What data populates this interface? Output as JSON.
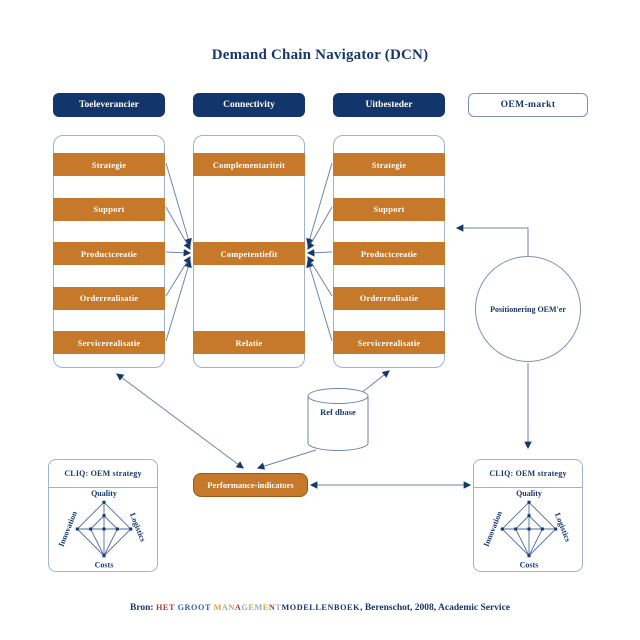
{
  "title": "Demand Chain Navigator (DCN)",
  "lanes": [
    {
      "label": "Toeleverancier",
      "variant": "filled"
    },
    {
      "label": "Connectivity",
      "variant": "filled"
    },
    {
      "label": "Uitbesteder",
      "variant": "filled"
    },
    {
      "label": "OEM-markt",
      "variant": "outline"
    }
  ],
  "columns": {
    "toeleverancier": [
      "Strategie",
      "Support",
      "Productcreatie",
      "Orderrealisatie",
      "Servicerealisatie"
    ],
    "connectivity": [
      "Complementariteit",
      "Competentiefit",
      "Relatie"
    ],
    "uitbesteder": [
      "Strategie",
      "Support",
      "Productcreatie",
      "Orderrealisatie",
      "Servicerealisatie"
    ]
  },
  "nodes": {
    "positioning_circle": "Positionering OEM'er",
    "database": "Ref dbase",
    "performance": "Performance-indicators"
  },
  "cliq": {
    "title": "CLIQ: OEM strategy",
    "radar_axes": [
      "Quality",
      "Logistics",
      "Costs",
      "Innovation"
    ]
  },
  "footer": {
    "segments": [
      {
        "t": "Bron: ",
        "c": "#17386B",
        "caps": false
      },
      {
        "t": "HET",
        "c": "#B03A2E",
        "caps": true
      },
      {
        "t": " ",
        "c": "#17386B",
        "caps": true
      },
      {
        "t": "GROOT",
        "c": "#2D5FA6",
        "caps": true
      },
      {
        "t": " ",
        "c": "#17386B",
        "caps": true
      },
      {
        "t": "M",
        "c": "#D9A520",
        "caps": true
      },
      {
        "t": "A",
        "c": "#85ABD6",
        "caps": true
      },
      {
        "t": "N",
        "c": "#D9A520",
        "caps": true
      },
      {
        "t": "A",
        "c": "#B03A2E",
        "caps": true
      },
      {
        "t": "G",
        "c": "#85ABD6",
        "caps": true
      },
      {
        "t": "E",
        "c": "#D9A520",
        "caps": true
      },
      {
        "t": "M",
        "c": "#85ABD6",
        "caps": true
      },
      {
        "t": "E",
        "c": "#D9A520",
        "caps": true
      },
      {
        "t": "N",
        "c": "#B03A2E",
        "caps": true
      },
      {
        "t": "T",
        "c": "#85ABD6",
        "caps": true
      },
      {
        "t": "MODELLENBOEK",
        "c": "#17386B",
        "caps": true
      },
      {
        "t": ", Berenschot, 2008, Academic Service",
        "c": "#17386B",
        "caps": false
      }
    ]
  },
  "colors": {
    "navy": "#17386B",
    "lane_fill": "#12356B",
    "orange": "#C6792A",
    "line": "#6E87AC",
    "box_border": "#9FB3CD"
  }
}
